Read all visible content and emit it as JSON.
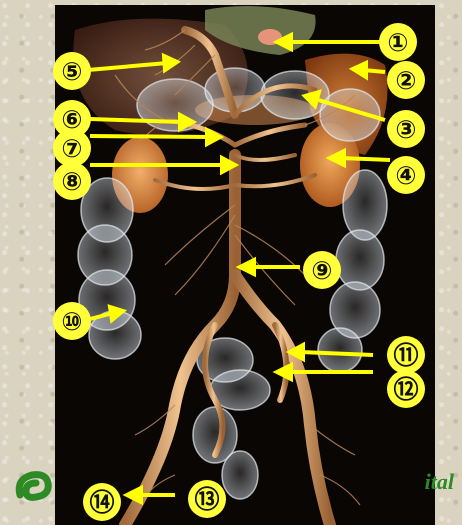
{
  "labels": [
    "①",
    "②",
    "③",
    "④",
    "⑤",
    "⑥",
    "⑦",
    "⑧",
    "⑨",
    "⑩",
    "⑪",
    "⑫",
    "⑬",
    "⑭"
  ],
  "watermark_text": "ital",
  "colors": {
    "arrow": "#ffff00",
    "label_fill": "#ffff3a",
    "artery": "#d9a06a",
    "bowel": "#c9d3dc",
    "kidney": "#e39a50",
    "liver": "#b77d58",
    "spleen": "#d67a2a",
    "background": "#0a0604",
    "logo": "#2d8a24"
  }
}
